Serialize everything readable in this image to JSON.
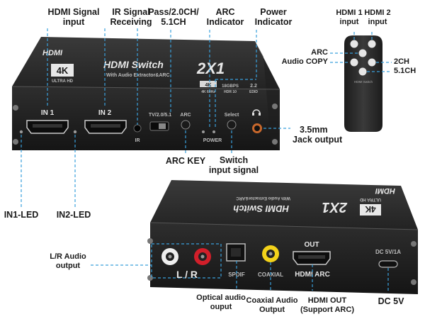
{
  "front_callouts": {
    "hdmi_signal_input": [
      "HDMI Signal",
      "input"
    ],
    "ir_signal_receiving": [
      "IR Signal",
      "Receiving"
    ],
    "pass_mode": [
      "Pass/2.0CH/",
      "5.1CH"
    ],
    "arc_indicator": [
      "ARC",
      "Indicator"
    ],
    "power_indicator": [
      "Power",
      "Indicator"
    ],
    "arc_key": "ARC KEY",
    "switch_input_signal": [
      "Switch",
      "input signal"
    ],
    "jack_output": [
      "3.5mm",
      "Jack output"
    ],
    "in1_led": "IN1-LED",
    "in2_led": "IN2-LED"
  },
  "remote_callouts": {
    "hdmi1_input": [
      "HDMI 1",
      "input"
    ],
    "hdmi2_input": [
      "HDMI 2",
      "input"
    ],
    "arc": "ARC",
    "audio_copy": "Audio COPY",
    "ch2": "2CH",
    "ch51": "5.1CH"
  },
  "rear_callouts": {
    "lr_audio_output": [
      "L/R Audio",
      "output"
    ],
    "optical_audio_output": [
      "Optical audio",
      "ouput"
    ],
    "coaxial_audio_output": [
      "Coaxial Audio",
      "Output"
    ],
    "hdmi_out": [
      "HDMI OUT",
      "(Support ARC)"
    ],
    "dc5v": "DC 5V"
  },
  "front_device": {
    "hdmi_logo": "HDMI",
    "product_title": "HDMI Switch",
    "product_subtitle": "With Audio Extractor&ARC",
    "product_model": "2X1",
    "badge_4k": "4K",
    "badge_ultrahd": "ULTRA HD",
    "spec_4k": "4K",
    "spec_4k_sub": "4K 60Hz",
    "spec_18g": "18GBPS",
    "spec_hdr": "HDR 10",
    "spec_22": "2.2",
    "spec_edid": "EDID",
    "port_in1": "IN 1",
    "port_in2": "IN 2",
    "ir_text": "IR",
    "mode_switch_text": "TV/2.0/5.1",
    "arc_key_text": "ARC",
    "power_text": "POWER",
    "select_text": "Select"
  },
  "rear_device": {
    "product_title": "HDMI Switch",
    "product_subtitle": "With Audio Extractor&ARC",
    "product_model": "2X1",
    "badge_4k": "4K",
    "badge_ultrahd": "ULTRA HD",
    "hdmi_logo": "HDMI",
    "out_text": "OUT",
    "lr_text": "L  /  R",
    "spdif_text": "SPDIF",
    "coaxial_text": "COAXIAL",
    "hdmi_arc_text": "HDMI ARC",
    "dc_text": "DC 5V/1A"
  },
  "remote": {
    "brand": "HDMI Switch"
  },
  "colors": {
    "callout_line": "#3aa0dc",
    "device_body": "#2b2b2b",
    "label": "#1a1a1a"
  }
}
